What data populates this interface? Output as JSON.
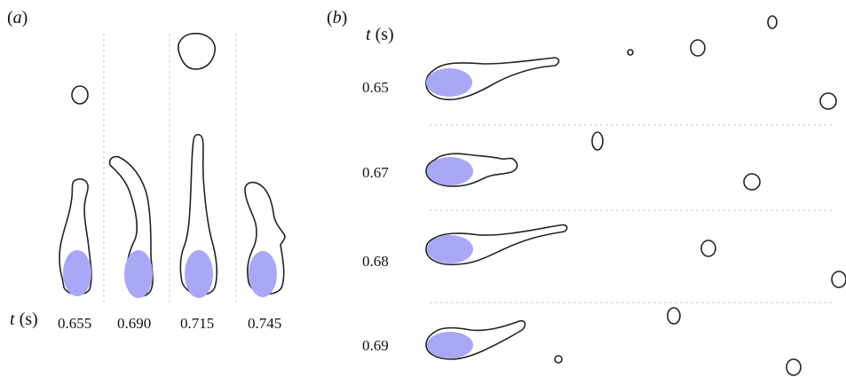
{
  "panel_a": {
    "label": "(a)",
    "time_axis_label": "t (s)",
    "times": [
      "0.655",
      "0.690",
      "0.715",
      "0.745"
    ]
  },
  "panel_b": {
    "label": "(b)",
    "time_axis_label": "t (s)",
    "times": [
      "0.65",
      "0.67",
      "0.68",
      "0.69"
    ]
  },
  "colors": {
    "particle_fill": "#a8a8f6",
    "outline": "#222222",
    "separator": "#c8c8c8"
  }
}
